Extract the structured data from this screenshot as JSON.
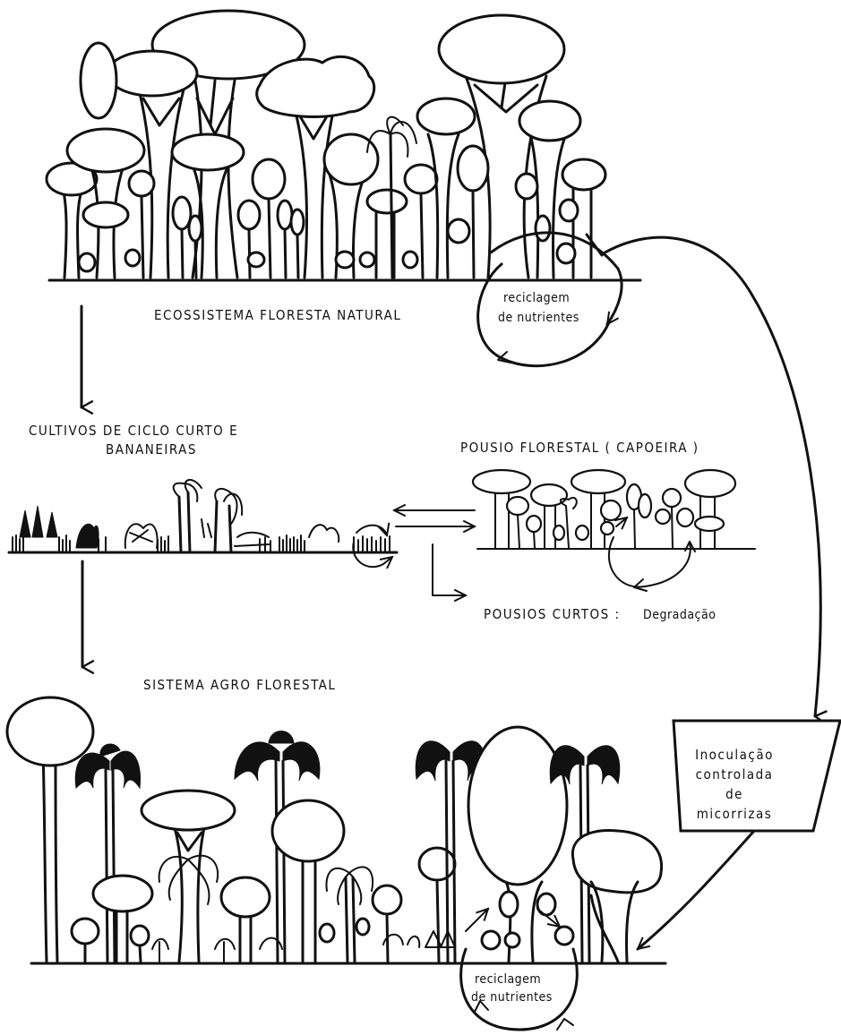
{
  "labels": {
    "natural_forest": "ECOSSISTEMA  FLORESTA  NATURAL",
    "recycling_top_1": "reciclagem",
    "recycling_top_2": "de nutrientes",
    "short_crops_1": "CULTIVOS  DE  CICLO  CURTO  E",
    "short_crops_2": "BANANEIRAS",
    "fallow": "POUSIO  FLORESTAL    ( CAPOEIRA )",
    "short_fallows": "POUSIOS  CURTOS :",
    "degradation": "Degradação",
    "agroforestry": "SISTEMA   AGRO FLORESTAL",
    "inoculation_1": "Inoculação",
    "inoculation_2": "controlada",
    "inoculation_3": "de",
    "inoculation_4": "micorrizas",
    "recycling_bottom_1": "reciclagem",
    "recycling_bottom_2": "de nutrientes"
  }
}
